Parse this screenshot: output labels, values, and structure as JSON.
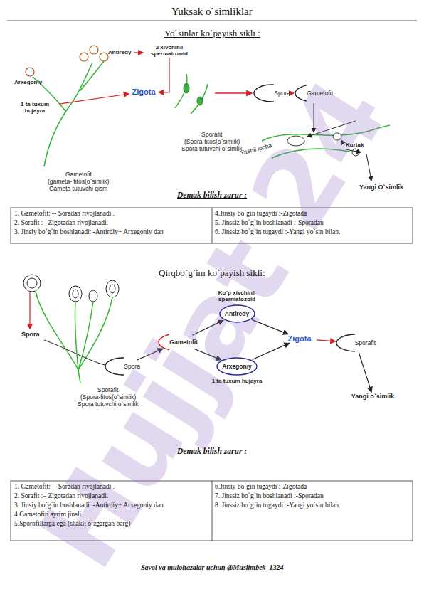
{
  "diagram": {
    "title": "Yuksak o`simliklar",
    "nodes": [
      {
        "text": [
          "2 xivchinli spermatozoid"
        ]
      },
      {
        "text": [
          "1 ta tuxum hujayra"
        ]
      },
      {
        "text": [
          "Zigota"
        ]
      },
      {
        "text": [
          "Spora"
        ]
      },
      {
        "text": [
          "Gametofit"
        ]
      },
      {
        "text": [
          "Spora"
        ]
      },
      {
        "text": [
          "Gametofit"
        ]
      },
      {
        "text": [
          "Ko`p xivchinli spermatozoid",
          "Antiredy"
        ]
      },
      {
        "text": [
          "Arxegoniy",
          "1 ta tuxum hujayra"
        ]
      },
      {
        "text": [
          "Zigota"
        ]
      },
      {
        "text": [
          "Sporafit"
        ]
      },
      {
        "text": [
          "Yangi o`simlik"
        ]
      }
    ],
    "edges": [
      {
        "from": 0,
        "to": 2,
        "arrow": "to"
      },
      {
        "from": 1,
        "to": 2,
        "arrow": "to"
      },
      {
        "from": 3,
        "to": 4,
        "arrow": "to"
      },
      {
        "from": 5,
        "to": 6,
        "arrow": "to"
      },
      {
        "from": 6,
        "to": 7,
        "arrow": "to"
      },
      {
        "from": 6,
        "to": 8,
        "arrow": "to"
      },
      {
        "from": 7,
        "to": 9,
        "arrow": "to"
      },
      {
        "from": 8,
        "to": 9,
        "arrow": "to"
      },
      {
        "from": 9,
        "to": 10,
        "arrow": "to"
      },
      {
        "from": 10,
        "to": 11,
        "arrow": "to"
      }
    ],
    "labels": [
      "Yo`sinlar ko`payish sikli :",
      "Antiredy",
      "Arxegoniy",
      "Gametofit",
      "(gameta- fitos(o`simlik)",
      "Gameta tutuvchi qism",
      "Sporafit",
      "(Spora-fitos(o`simlik)",
      "Spora tutuvchi o`simlik",
      "Kurtak",
      "Yashil ipcha",
      "Yangi O`simlik",
      "Demak bilish zarur :",
      "1. Gametofit: -- Soradan rivojlanadi .",
      "2. Sorafit :– Zigotadan rivojlanadi.",
      "3. Jinsiy bo`g`in boshlanadi: -Antirdiy+ Arxegoniy dan",
      "4.Jinsiy bo`gin tugaydi :-Zigotada",
      "5. Jinssiz bo`g`in boshlanadi :-Sporadan",
      "6. Jinssiz bo`g`in tugaydi :-Yangi yo`sin bilan.",
      "Qirqbo`g`im ko`payish sikli:",
      "Spora",
      "Sporafit",
      "(Spora-fitos(o`simlik)",
      "Spora tutuvchi o`simlik",
      "Demak bilish zarur :",
      "1. Gametofit: -- Soradan rivojlanadi .",
      "2. Sorafit :– Zigotadan rivojlanadi.",
      "3. Jinsiy bo`g`in boshlanadi: -Antirdiy+ Arxegoniy dan",
      "4.Gametofiti ayrim jinsli",
      "5.Sporofillarga ega (shakli o`zgargan barg)",
      "6.Jinsiy bo`gin tugaydi :-Zigotada",
      "7. Jinssiz bo`g`in boshlanadi :-Sporadan",
      "8. Jinssiz bo`g`in tugaydi :-Yangi yo`sin bilan.",
      "Savol va mulohazalar uchun @Muslimbek_1324",
      "Hujjat 24"
    ]
  }
}
